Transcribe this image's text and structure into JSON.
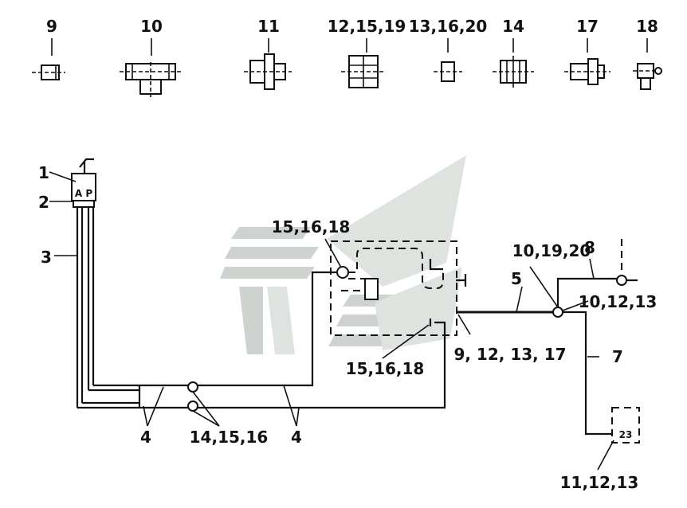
{
  "fittings": [
    {
      "label": "9"
    },
    {
      "label": "10"
    },
    {
      "label": "11"
    },
    {
      "label": "12,15,19"
    },
    {
      "label": "13,16,20"
    },
    {
      "label": "14"
    },
    {
      "label": "17"
    },
    {
      "label": "18"
    }
  ],
  "callouts": {
    "c1": "1",
    "c2": "2",
    "c3": "3",
    "valve_text": "A P",
    "c_15_16_18_top": "15,16,18",
    "c_15_16_18_bottom": "15,16,18",
    "c_10_19_20": "10,19,20",
    "c8": "8",
    "c5": "5",
    "c_10_12_13": "10,12,13",
    "c_9_12_13_17": "9, 12, 13, 17",
    "c7": "7",
    "c4_left": "4",
    "c4_right": "4",
    "c_14_15_16": "14,15,16",
    "box23": "23",
    "c_11_12_13": "11,12,13"
  }
}
